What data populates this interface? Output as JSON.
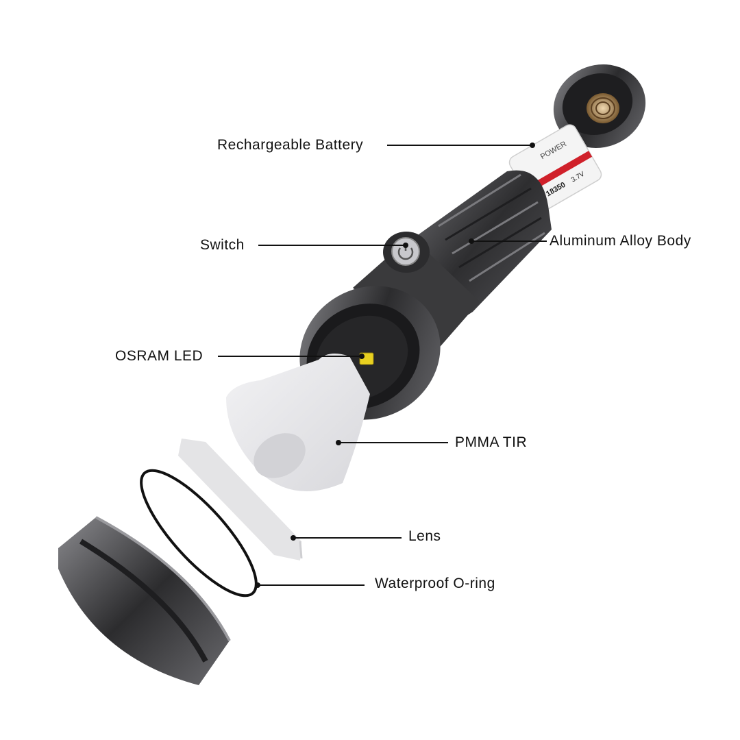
{
  "diagram": {
    "labels": {
      "battery": "Rechargeable Battery",
      "switch": "Switch",
      "led": "OSRAM LED",
      "body": "Aluminum Alloy Body",
      "tir": "PMMA TIR",
      "lens": "Lens",
      "oring": "Waterproof O-ring"
    },
    "battery_print": {
      "brand": "POWER",
      "model": "18350",
      "voltage": "3.7V"
    },
    "colors": {
      "metal_dark": "#3a3a3c",
      "metal_light": "#8a8a8e",
      "tir_white": "#e6e6e8",
      "battery_white": "#f4f4f4",
      "battery_red": "#d0202a",
      "led_yellow": "#e8d020",
      "spring_copper": "#c8a070",
      "leader_line": "#111111"
    }
  }
}
